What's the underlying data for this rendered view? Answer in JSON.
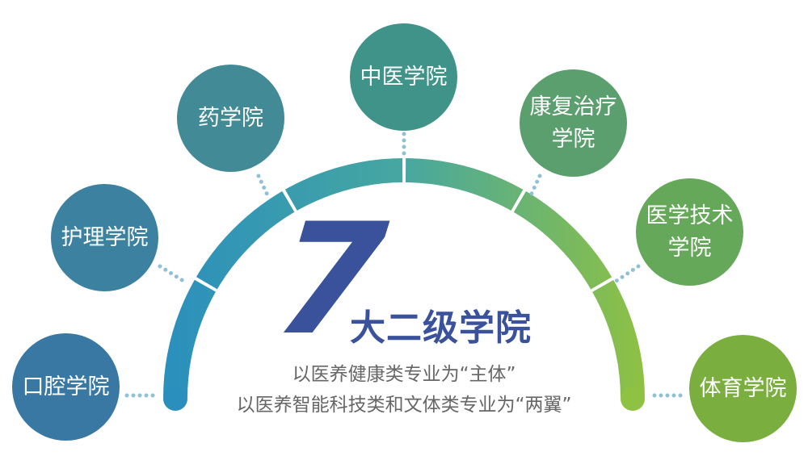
{
  "headline": {
    "number": "7",
    "title": "大二级学院"
  },
  "description": {
    "line1": "以医养健康类专业为“主体”",
    "line2": "以医养智能科技类和文体类专业为“两翼”"
  },
  "colleges": [
    {
      "line1": "口腔学院",
      "line2": "",
      "color": "#3978a3"
    },
    {
      "line1": "护理学院",
      "line2": "",
      "color": "#3c819f"
    },
    {
      "line1": "药学院",
      "line2": "",
      "color": "#428a96"
    },
    {
      "line1": "中医学院",
      "line2": "",
      "color": "#3f9388"
    },
    {
      "line1": "康复治疗",
      "line2": "学院",
      "color": "#5a9f6d"
    },
    {
      "line1": "医学技术",
      "line2": "学院",
      "color": "#66a85a"
    },
    {
      "line1": "体育学院",
      "line2": "",
      "color": "#7aae3e"
    }
  ],
  "colors": {
    "arc_start": "#2a8fbd",
    "arc_mid": "#47a7a0",
    "arc_end": "#8fc142",
    "connector_dots": "#8fc1d6",
    "headline": "#3a519c"
  }
}
